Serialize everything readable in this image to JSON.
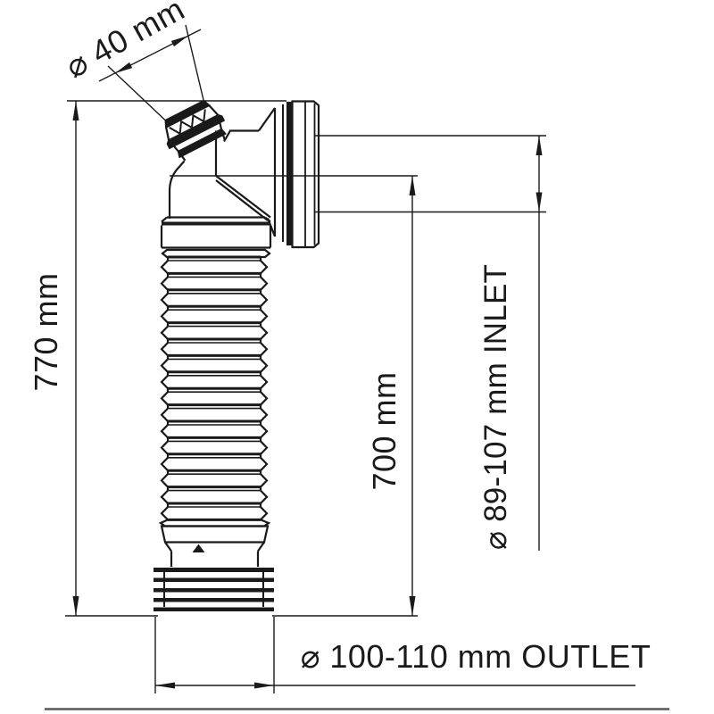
{
  "drawing": {
    "title": "flexible-wc-pan-connector-technical-drawing",
    "labels": {
      "top_diameter": "⌀ 40 mm",
      "overall_height": "770 mm",
      "inlet_height": "700 mm",
      "inlet_diameter": "⌀ 89-107 mm INLET",
      "outlet_diameter": "⌀ 100-110 mm OUTLET"
    },
    "colors": {
      "line": "#1a1a1a",
      "background": "#ffffff",
      "footer_rule": "#595959"
    }
  }
}
